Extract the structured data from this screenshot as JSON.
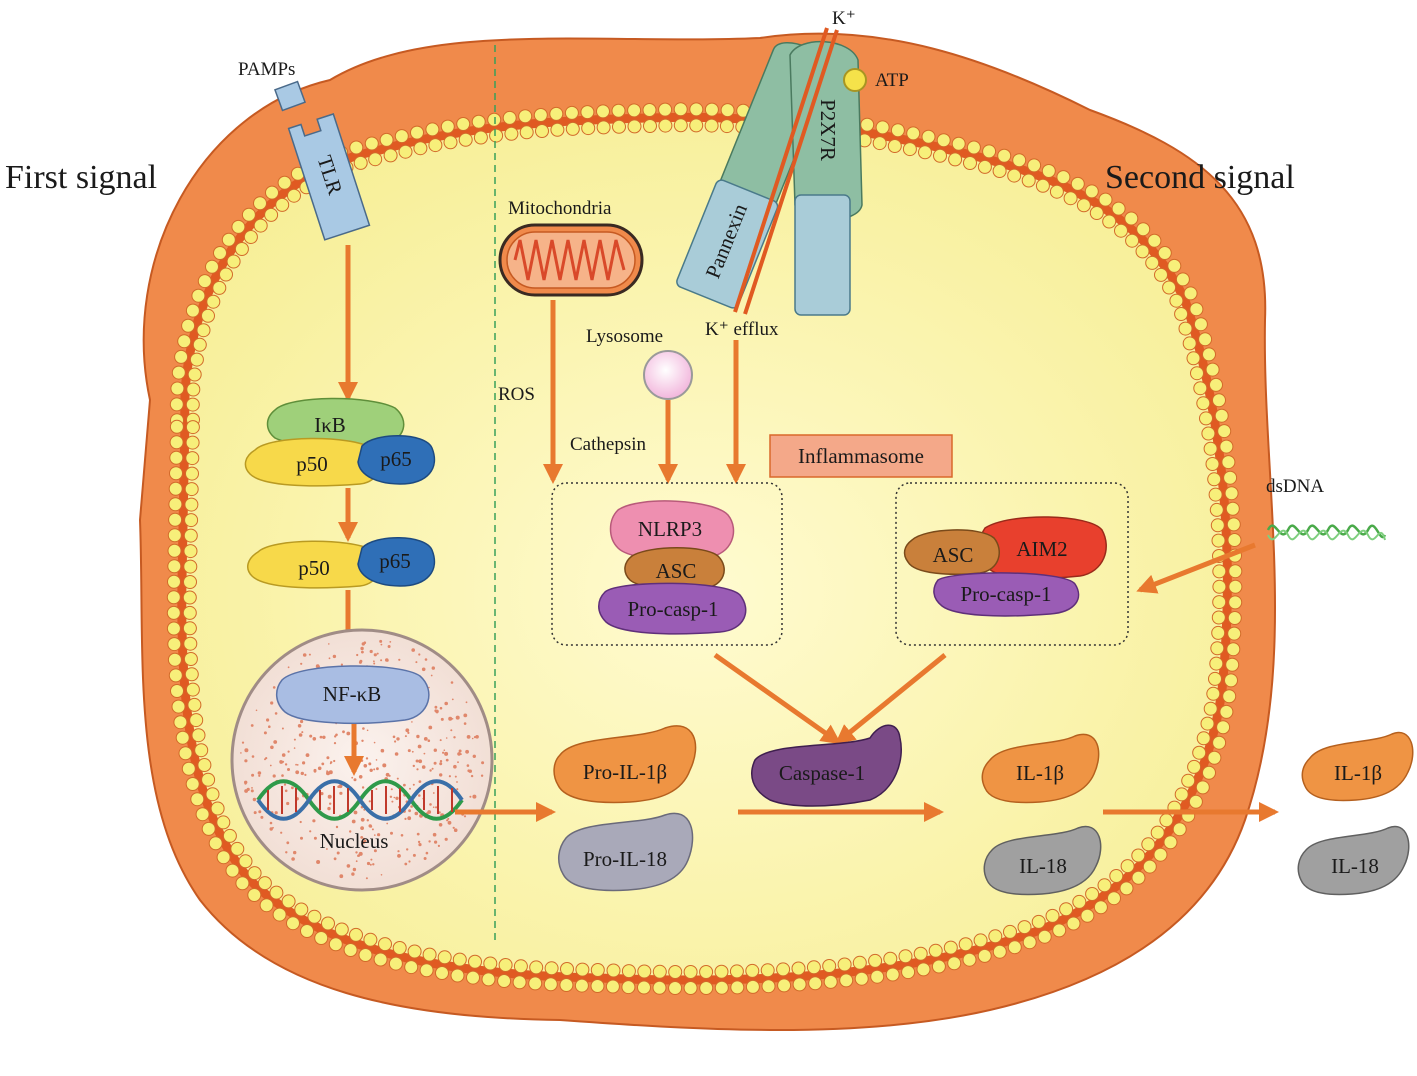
{
  "headings": {
    "first_signal": "First signal",
    "second_signal": "Second signal"
  },
  "labels": {
    "pamps": "PAMPs",
    "tlr": "TLR",
    "ikb": "IκB",
    "p50": "p50",
    "p65": "p65",
    "nfkb": "NF-κB",
    "nucleus": "Nucleus",
    "mitochondria": "Mitochondria",
    "ros": "ROS",
    "lysosome": "Lysosome",
    "cathepsin": "Cathepsin",
    "k_plus": "K⁺",
    "atp": "ATP",
    "p2x7r": "P2X7R",
    "pannexin": "Pannexin",
    "k_efflux": "K⁺ efflux",
    "inflammasome": "Inflammasome",
    "nlrp3": "NLRP3",
    "asc": "ASC",
    "pro_casp1": "Pro-casp-1",
    "aim2": "AIM2",
    "dsdna": "dsDNA",
    "caspase1": "Caspase-1",
    "pro_il1b": "Pro-IL-1β",
    "pro_il18": "Pro-IL-18",
    "il1b": "IL-1β",
    "il18": "IL-18"
  },
  "colors": {
    "membrane": "#f08a4b",
    "membrane_dark": "#e05a22",
    "cytoplasm": "#fbf6a8",
    "bead": "#f7ef7a",
    "arrow": "#e8792f",
    "ikb": "#9fd07a",
    "p50": "#f7d94a",
    "p65": "#2f6fb7",
    "nfkb": "#a9bde3",
    "nlrp3": "#ee8fb0",
    "asc": "#c9803b",
    "pro_casp1": "#9a5cb5",
    "aim2": "#e8402d",
    "caspase1": "#7a4a86",
    "il1b": "#ef9444",
    "il18": "#a9a9b9",
    "il18_out": "#a0a0a0",
    "tlr": "#a9c9e4",
    "p2x7r": "#8ebea3",
    "inflammasome_box": "#f4a889"
  }
}
